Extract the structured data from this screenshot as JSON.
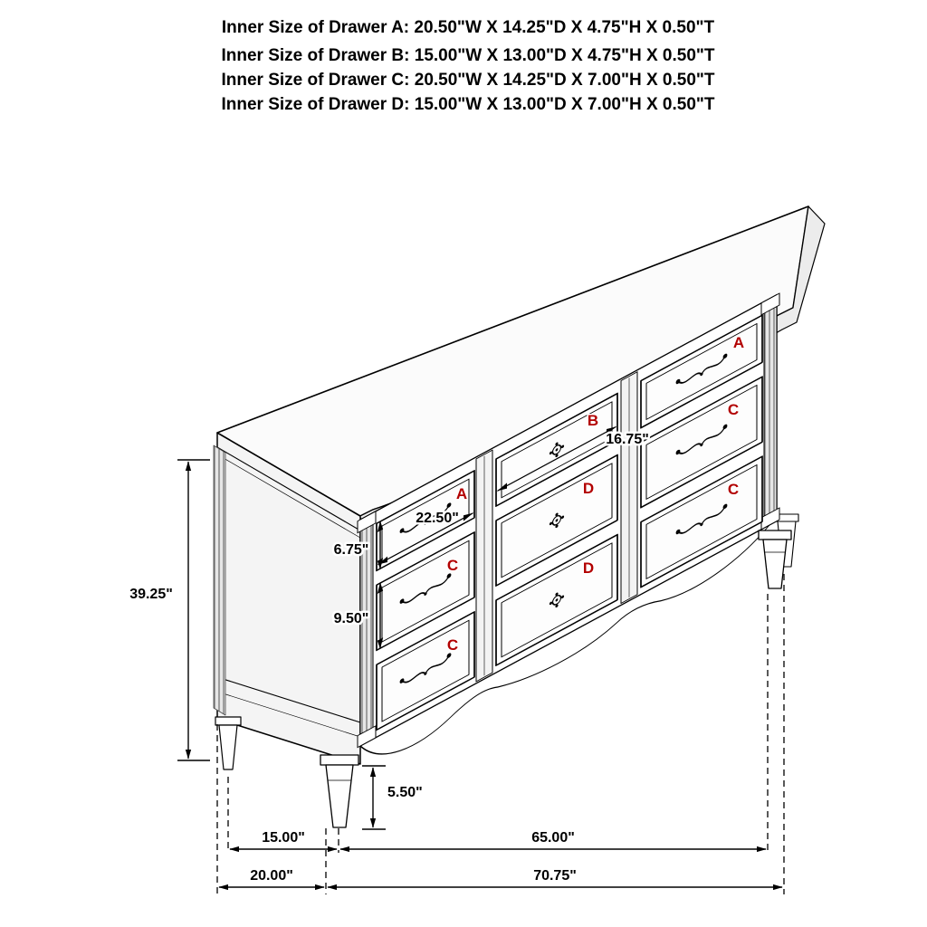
{
  "header": {
    "lines": [
      "Inner Size of Drawer A: 20.50\"W X 14.25\"D X 4.75\"H X 0.50\"T",
      "Inner Size of Drawer B: 15.00\"W X 13.00\"D X 4.75\"H X 0.50\"T",
      "Inner Size of Drawer C: 20.50\"W X 14.25\"D X 7.00\"H X 0.50\"T",
      "Inner Size of Drawer D: 15.00\"W X 13.00\"D X 7.00\"H X 0.50\"T"
    ]
  },
  "drawer_labels": {
    "a_left": "A",
    "b_middle": "B",
    "a_right": "A",
    "c_left_middle": "C",
    "c_left_bottom": "C",
    "d_middle": "D",
    "d_bottom": "D",
    "c_right_middle": "C",
    "c_right_bottom": "C"
  },
  "dimensions": {
    "overall_height": "39.25\"",
    "drawer_a_front_width": "22.50\"",
    "drawer_b_front_width": "16.75\"",
    "top_drawer_front_height": "6.75\"",
    "lower_drawer_front_height": "9.50\"",
    "leg_height": "5.50\"",
    "leg_depth_span": "15.00\"",
    "leg_width_span": "65.00\"",
    "overall_depth": "20.00\"",
    "overall_width": "70.75\""
  },
  "colors": {
    "label_red": "#b20000",
    "line": "#000000"
  }
}
